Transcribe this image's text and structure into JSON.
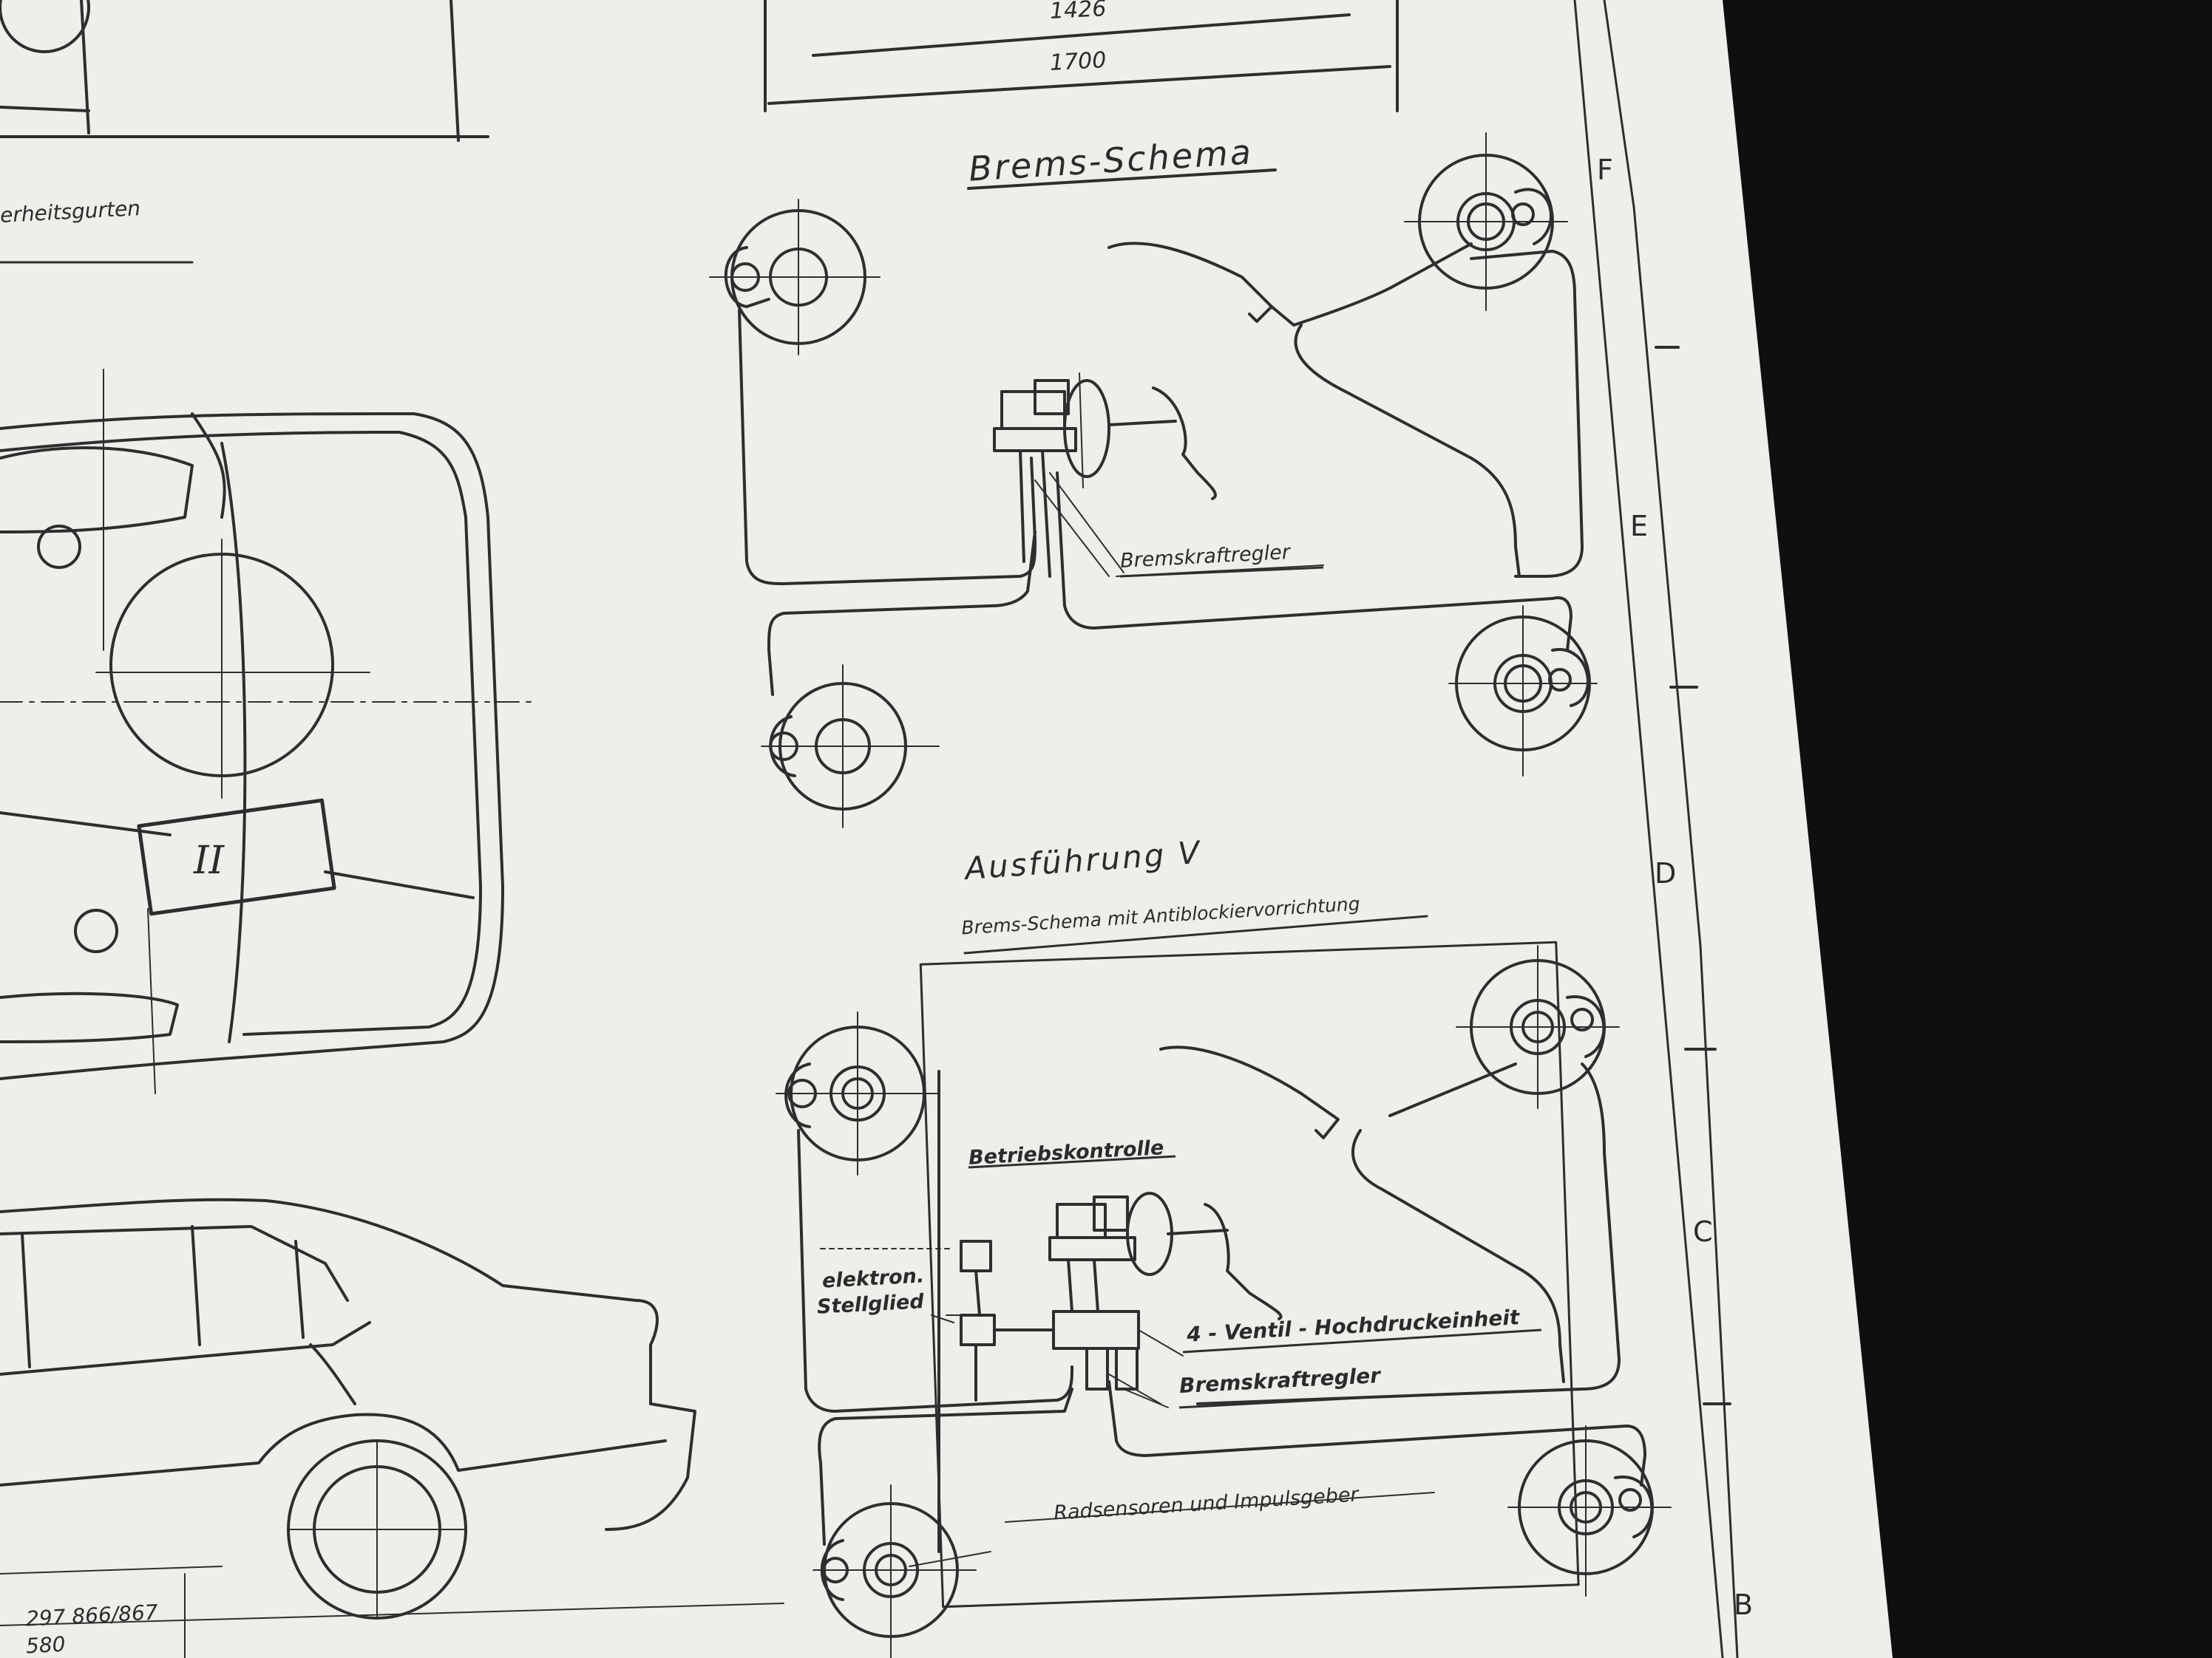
{
  "dimensions": {
    "d1426": "1426",
    "d1700": "1700"
  },
  "left_partial_label": "erheitsgurten",
  "top_view_marker": "II",
  "part_number": "297 866/867",
  "part_number_2": "580",
  "section_1": {
    "title": "Brems-Schema",
    "callout": "Bremskraftregler"
  },
  "section_2": {
    "title": "Ausführung V",
    "subtitle": "Brems-Schema mit Antiblockiervorrichtung",
    "callouts": {
      "betrieb": "Betriebskontrolle",
      "stell_1": "elektron.",
      "stell_2": "Stellglied",
      "ventil": "4 - Ventil - Hochdruckeinheit",
      "regler": "Bremskraftregler",
      "rad": "Radsensoren und Impulsgeber"
    }
  },
  "grid_letters": [
    "F",
    "E",
    "D",
    "C",
    "B"
  ],
  "colors": {
    "paper": "#efeeea",
    "ink": "#2b2b2b",
    "background": "#0d0d0d"
  }
}
